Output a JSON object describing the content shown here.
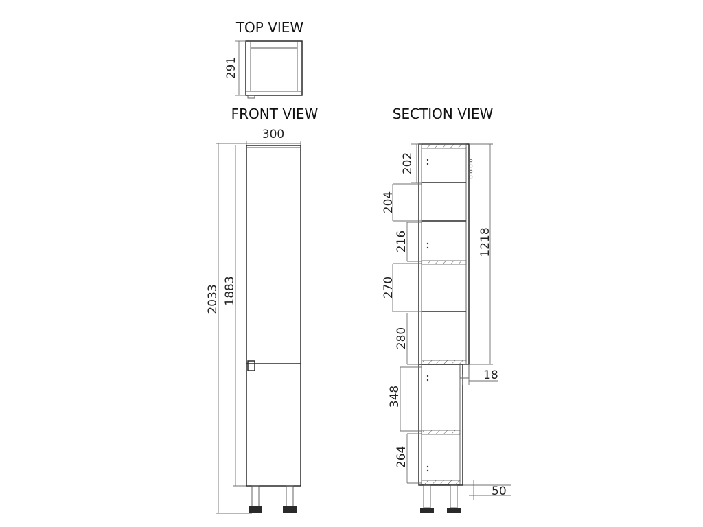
{
  "views": {
    "top": {
      "title": "TOP VIEW",
      "depth": "291"
    },
    "front": {
      "title": "FRONT VIEW",
      "width": "300",
      "overall_height": "2033",
      "body_height": "1883"
    },
    "section": {
      "title": "SECTION VIEW",
      "compartments": [
        "202",
        "204",
        "216",
        "270",
        "280",
        "348",
        "264"
      ],
      "upper_height": "1218",
      "setback": "18",
      "plinth": "50"
    }
  }
}
